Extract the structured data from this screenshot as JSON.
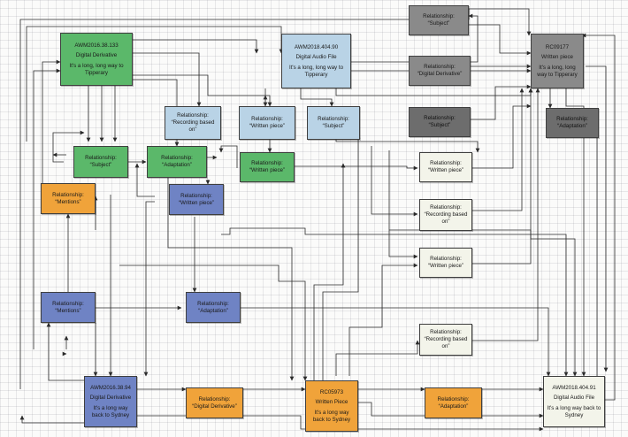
{
  "entities": {
    "awm2016_38_133": {
      "id": "AWM2016.38.133",
      "type": "Digital Derivative",
      "title": "It's a long, long way to Tipperary",
      "color": "#5bb86a"
    },
    "awm2018_404_90": {
      "id": "AWM2018.404.90",
      "type": "Digital Audio File",
      "title": "It's a long, long way to Tipperary",
      "color": "#b9d3e6"
    },
    "rc09177": {
      "id": "RC09177",
      "type": "Written piece",
      "title": "It's a long, long way to Tipperary",
      "color": "#8a8a8a"
    },
    "awm2016_38_94": {
      "id": "AWM2016.38.94",
      "type": "Digital Derivative",
      "title": "It's a long way back to Sydney",
      "color": "#6f83c4"
    },
    "rc05973": {
      "id": "RC05973",
      "type": "Written Piece",
      "title": "It's a long way back to Sydney",
      "color": "#f0a33a"
    },
    "awm2018_404_91": {
      "id": "AWM2018.404.91",
      "type": "Digital Audio File",
      "title": "It's a long way back to Sydney",
      "color": "#f3f4ea"
    }
  },
  "relationships": [
    {
      "key": "gray_subject_top",
      "prefix": "Relationship:",
      "label": "“Subject”"
    },
    {
      "key": "gray_digital_derivative",
      "prefix": "Relationship:",
      "label": "“Digital Derivative”"
    },
    {
      "key": "gray_subject",
      "prefix": "Relationship:",
      "label": "“Subject”"
    },
    {
      "key": "gray_adaptation",
      "prefix": "Relationship:",
      "label": "“Adaptation”"
    },
    {
      "key": "lblue_recording_based_on",
      "prefix": "Relationship:",
      "label": "“Recording based on”"
    },
    {
      "key": "lblue_written_piece",
      "prefix": "Relationship:",
      "label": "“Written piece”"
    },
    {
      "key": "lblue_subject",
      "prefix": "Relationship:",
      "label": "“Subject”"
    },
    {
      "key": "green_subject",
      "prefix": "Relationship:",
      "label": "“Subject”"
    },
    {
      "key": "green_adaptation",
      "prefix": "Relationship:",
      "label": "“Adaptation”"
    },
    {
      "key": "green_written_piece",
      "prefix": "Relationship:",
      "label": "“Written piece”"
    },
    {
      "key": "orange_mentions",
      "prefix": "Relationship:",
      "label": "“Mentions”"
    },
    {
      "key": "blue_written_piece",
      "prefix": "Relationship:",
      "label": "“Written piece”"
    },
    {
      "key": "blue_mentions",
      "prefix": "Relationship:",
      "label": "“Mentions”"
    },
    {
      "key": "blue_adaptation",
      "prefix": "Relationship:",
      "label": "“Adaptation”"
    },
    {
      "key": "orange_digital_derivative",
      "prefix": "Relationship:",
      "label": "“Digital Derivative”"
    },
    {
      "key": "orange_adaptation",
      "prefix": "Relationship:",
      "label": "“Adaptation”"
    },
    {
      "key": "cream_written_piece_1",
      "prefix": "Relationship:",
      "label": "“Written piece”"
    },
    {
      "key": "cream_recording_based_on_1",
      "prefix": "Relationship:",
      "label": "“Recording based on”"
    },
    {
      "key": "cream_written_piece_2",
      "prefix": "Relationship:",
      "label": "“Written piece”"
    },
    {
      "key": "cream_recording_based_on_2",
      "prefix": "Relationship:",
      "label": "“Recording based on”"
    }
  ],
  "colors": {
    "line": "#2a2a2a",
    "grid": "#c8c8cc",
    "paper": "#fbfbfa"
  }
}
